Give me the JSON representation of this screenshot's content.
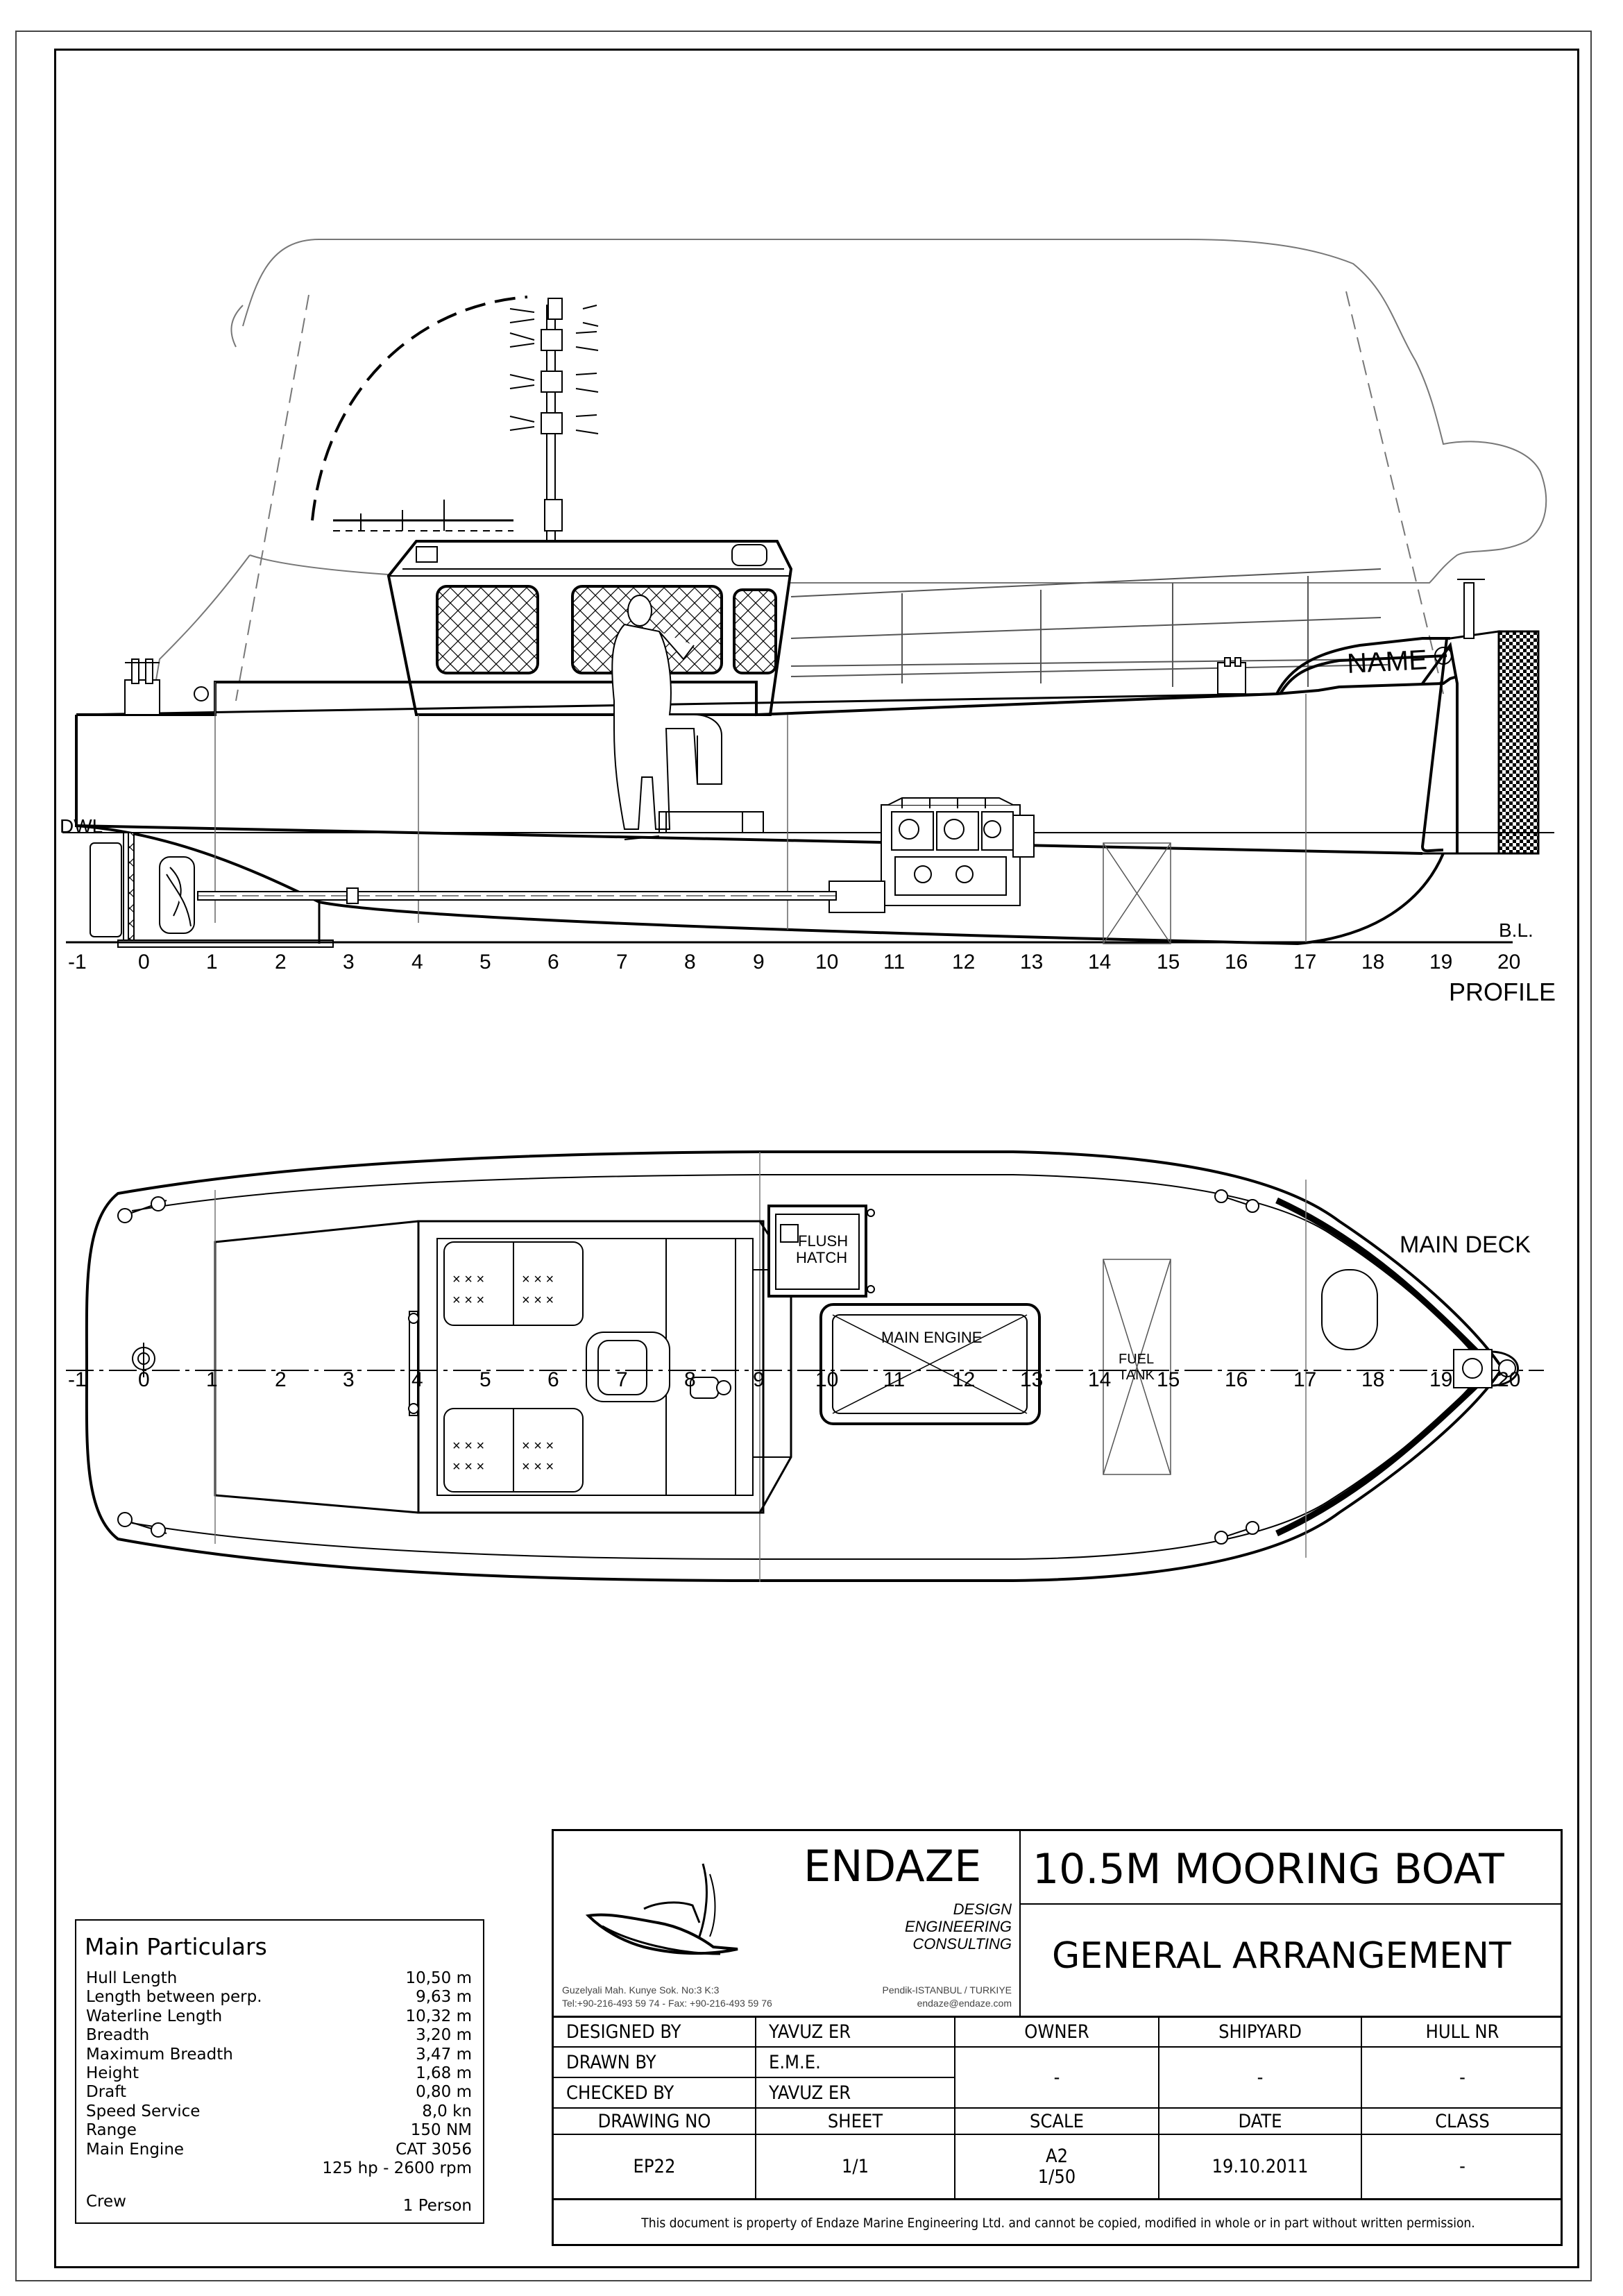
{
  "profile": {
    "view_label": "PROFILE",
    "dwl_label": "DWL",
    "bl_label": "B.L.",
    "boat_name": "NAME",
    "stations": [
      "-1",
      "0",
      "1",
      "2",
      "3",
      "4",
      "5",
      "6",
      "7",
      "8",
      "9",
      "10",
      "11",
      "12",
      "13",
      "14",
      "15",
      "16",
      "17",
      "18",
      "19",
      "20"
    ]
  },
  "plan": {
    "view_label": "MAIN DECK",
    "hatch_label_1": "FLUSH",
    "hatch_label_2": "HATCH",
    "engine_label": "MAIN ENGINE",
    "tank_label_1": "FUEL",
    "tank_label_2": "TANK",
    "stations": [
      "-1",
      "0",
      "1",
      "2",
      "3",
      "4",
      "5",
      "6",
      "7",
      "8",
      "9",
      "10",
      "11",
      "12",
      "13",
      "14",
      "15",
      "16",
      "17",
      "18",
      "19",
      "20"
    ]
  },
  "particulars": {
    "title": "Main Particulars",
    "rows": [
      {
        "label": "Hull Length",
        "value": "10,50 m"
      },
      {
        "label": "Length between perp.",
        "value": "9,63 m"
      },
      {
        "label": "Waterline Length",
        "value": "10,32 m"
      },
      {
        "label": "Breadth",
        "value": "3,20 m"
      },
      {
        "label": "Maximum Breadth",
        "value": "3,47 m"
      },
      {
        "label": "Height",
        "value": "1,68 m"
      },
      {
        "label": "Draft",
        "value": "0,80 m"
      },
      {
        "label": "Speed Service",
        "value": "8,0 kn"
      },
      {
        "label": "Range",
        "value": "150 NM"
      },
      {
        "label": "Main Engine",
        "value": "CAT 3056"
      },
      {
        "label": "",
        "value": "125 hp - 2600 rpm"
      }
    ],
    "crew_label": "Crew",
    "crew_value": "1 Person"
  },
  "title_block": {
    "company": "ENDAZE",
    "tagline_1": "DESIGN",
    "tagline_2": "ENGINEERING",
    "tagline_3": "CONSULTING",
    "address_1": "Guzelyali Mah. Kunye Sok. No:3 K:3",
    "address_2": "Tel:+90-216-493 59 74 - Fax: +90-216-493 59 76",
    "city": "Pendik-ISTANBUL / TURKIYE",
    "email": "endaze@endaze.com",
    "project_title": "10.5M MOORING BOAT",
    "drawing_title": "GENERAL ARRANGEMENT",
    "designed_by_label": "DESIGNED BY",
    "designed_by": "YAVUZ ER",
    "drawn_by_label": "DRAWN BY",
    "drawn_by": "E.M.E.",
    "checked_by_label": "CHECKED BY",
    "checked_by": "YAVUZ ER",
    "owner_label": "OWNER",
    "owner": "-",
    "shipyard_label": "SHIPYARD",
    "shipyard": "-",
    "hull_nr_label": "HULL NR",
    "hull_nr": "-",
    "drawing_no_label": "DRAWING NO",
    "drawing_no": "EP22",
    "sheet_label": "SHEET",
    "sheet": "1/1",
    "scale_label": "SCALE",
    "scale_1": "A2",
    "scale_2": "1/50",
    "date_label": "DATE",
    "date": "19.10.2011",
    "class_label": "CLASS",
    "class": "-",
    "disclaimer": "This document is property of  Endaze Marine Engineering Ltd. and cannot be copied, modified in whole or in part without written permission."
  }
}
